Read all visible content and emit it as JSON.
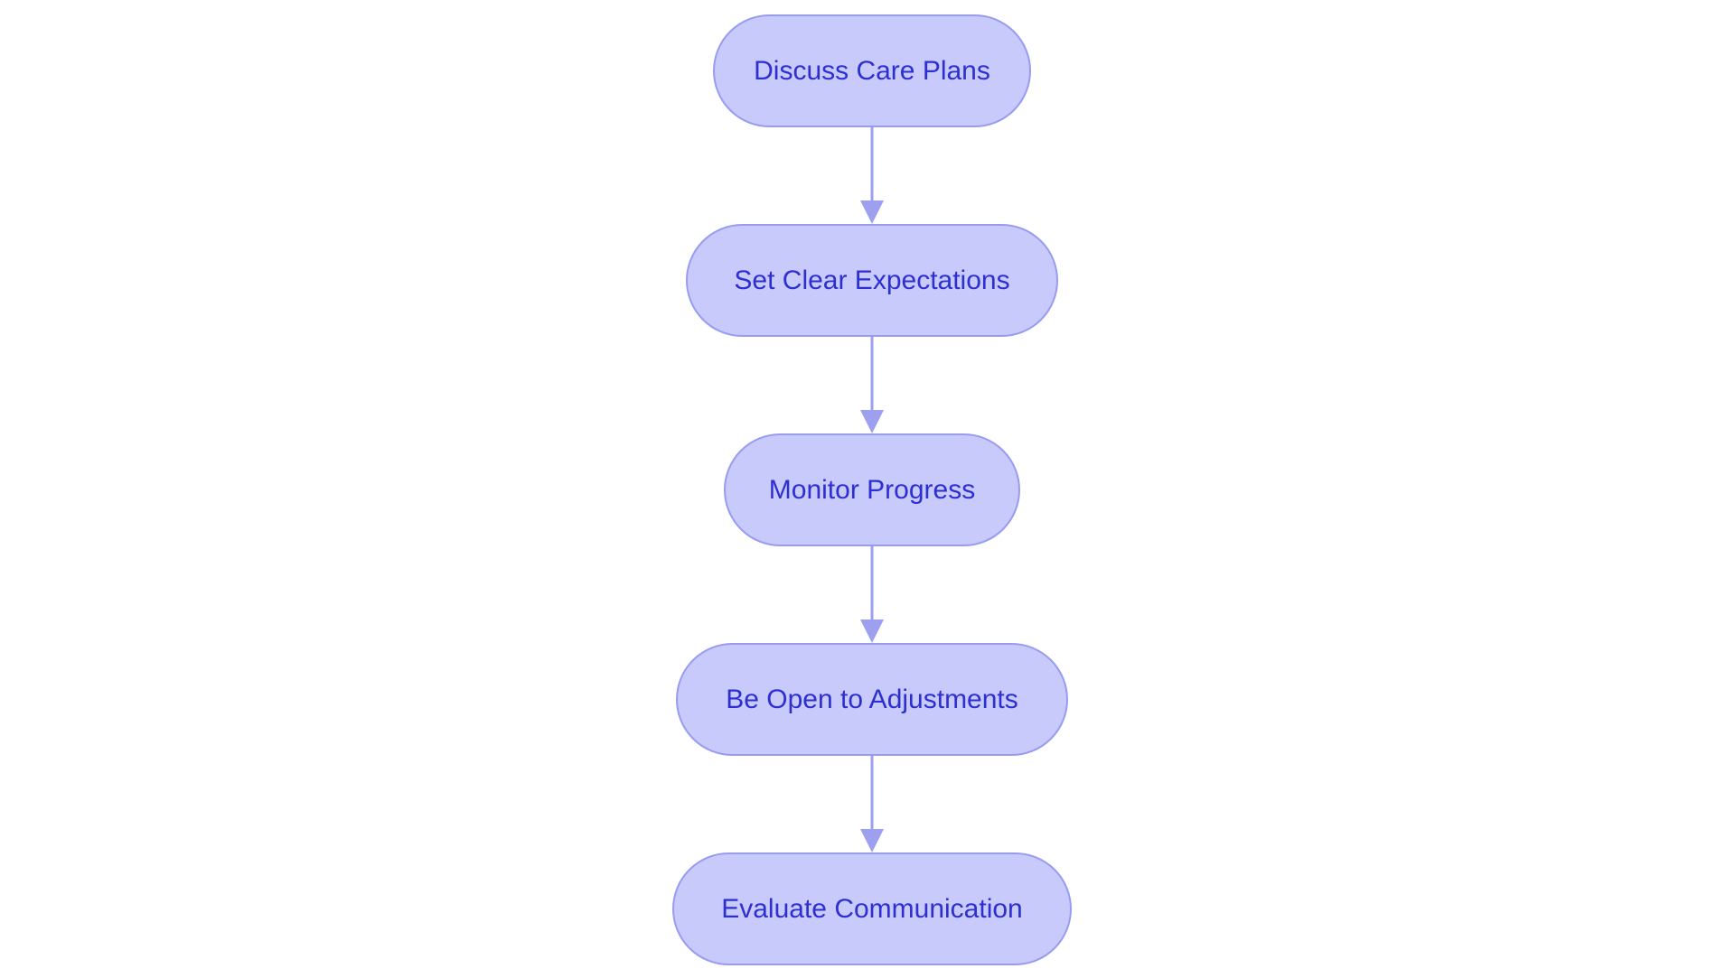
{
  "diagram": {
    "type": "flowchart",
    "direction": "top-to-bottom",
    "colors": {
      "node_fill": "#c8cafc",
      "node_stroke": "#979cf0",
      "edge": "#9ca0ee",
      "text": "#2d2fd0"
    },
    "nodes": [
      {
        "id": "discuss",
        "label": "Discuss Care Plans"
      },
      {
        "id": "expectations",
        "label": "Set Clear Expectations"
      },
      {
        "id": "monitor",
        "label": "Monitor Progress"
      },
      {
        "id": "adjust",
        "label": "Be Open to Adjustments"
      },
      {
        "id": "evaluate",
        "label": "Evaluate Communication"
      }
    ],
    "edges": [
      {
        "from": "discuss",
        "to": "expectations"
      },
      {
        "from": "expectations",
        "to": "monitor"
      },
      {
        "from": "monitor",
        "to": "adjust"
      },
      {
        "from": "adjust",
        "to": "evaluate"
      }
    ]
  }
}
